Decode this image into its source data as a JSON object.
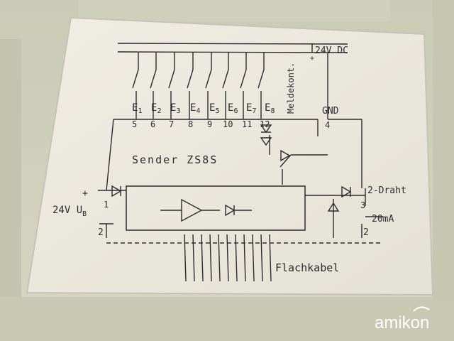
{
  "photo": {
    "subject": "Sender ZS8S",
    "cable_label": "Flachkabel",
    "supply_label": "24V DC",
    "supply_plus": "+",
    "gnd_label": "GND",
    "gnd_terminal": "4",
    "meldekontakt_label": "Meldekont.",
    "inputs": [
      {
        "label": "E",
        "sub": "1",
        "terminal": "5"
      },
      {
        "label": "E",
        "sub": "2",
        "terminal": "6"
      },
      {
        "label": "E",
        "sub": "3",
        "terminal": "7"
      },
      {
        "label": "E",
        "sub": "4",
        "terminal": "8"
      },
      {
        "label": "E",
        "sub": "5",
        "terminal": "9"
      },
      {
        "label": "E",
        "sub": "6",
        "terminal": "10"
      },
      {
        "label": "E",
        "sub": "7",
        "terminal": "11"
      },
      {
        "label": "E",
        "sub": "8",
        "terminal": "12"
      }
    ],
    "ub_label": "24V U",
    "ub_sub": "B",
    "ub_plus": "+",
    "ub_terminal": "1",
    "ub_minus_terminal": "2",
    "zweidraht_label": "2-Draht",
    "zweidraht_terminal": "3",
    "current_label": "20mA",
    "current_terminal": "2",
    "watermark": "amikon",
    "colors": {
      "housing": "#d7d8c4",
      "label_plate": "#ebe8dd",
      "ink": "#2b2b2b",
      "watermark": "#ffffff"
    }
  }
}
